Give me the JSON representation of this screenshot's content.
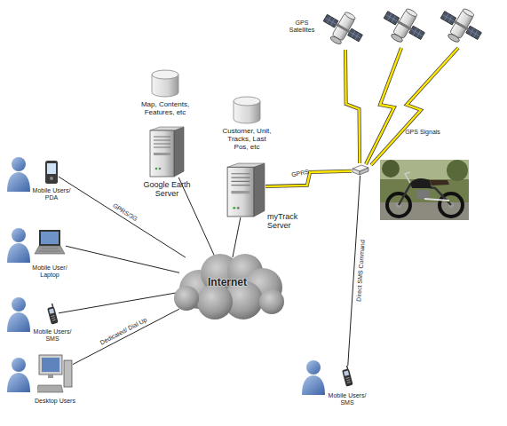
{
  "diagram": {
    "nodes": [
      {
        "text": [
          "GPS Satellites"
        ]
      },
      {
        "text": [
          "Map, Contents, Features, etc"
        ]
      },
      {
        "text": [
          "Google Earth Server"
        ]
      },
      {
        "text": [
          "Customer, Unit, Tracks, Last Pos, etc"
        ]
      },
      {
        "text": [
          "myTrack Server"
        ]
      },
      {
        "text": []
      },
      {
        "text": [
          "Mobile Users/ PDA"
        ]
      },
      {
        "text": [
          "Mobile User/ Laptop"
        ]
      },
      {
        "text": [
          "Internet"
        ]
      },
      {
        "text": [
          "Mobile Users/ SMS"
        ]
      },
      {
        "text": [
          "Desktop Users"
        ]
      },
      {
        "text": [
          "Mobile Users/ SMS"
        ]
      }
    ],
    "edges": [
      {
        "from": 0,
        "to": 5,
        "arrow": "none"
      },
      {
        "from": 2,
        "to": 8,
        "arrow": "none"
      },
      {
        "from": 4,
        "to": 8,
        "arrow": "none"
      },
      {
        "from": 4,
        "to": 5,
        "label": "GPRS",
        "arrow": "none"
      },
      {
        "from": 6,
        "to": 8,
        "label": "GPRS/3G",
        "arrow": "none"
      },
      {
        "from": 7,
        "to": 8,
        "arrow": "none"
      },
      {
        "from": 9,
        "to": 8,
        "arrow": "none"
      },
      {
        "from": 10,
        "to": 8,
        "label": "Dedicated/ Dial Up",
        "arrow": "none"
      },
      {
        "from": 5,
        "to": 11,
        "label": "Direct SMS Command",
        "arrow": "none"
      }
    ],
    "labels": [
      "GPS Signals"
    ]
  }
}
